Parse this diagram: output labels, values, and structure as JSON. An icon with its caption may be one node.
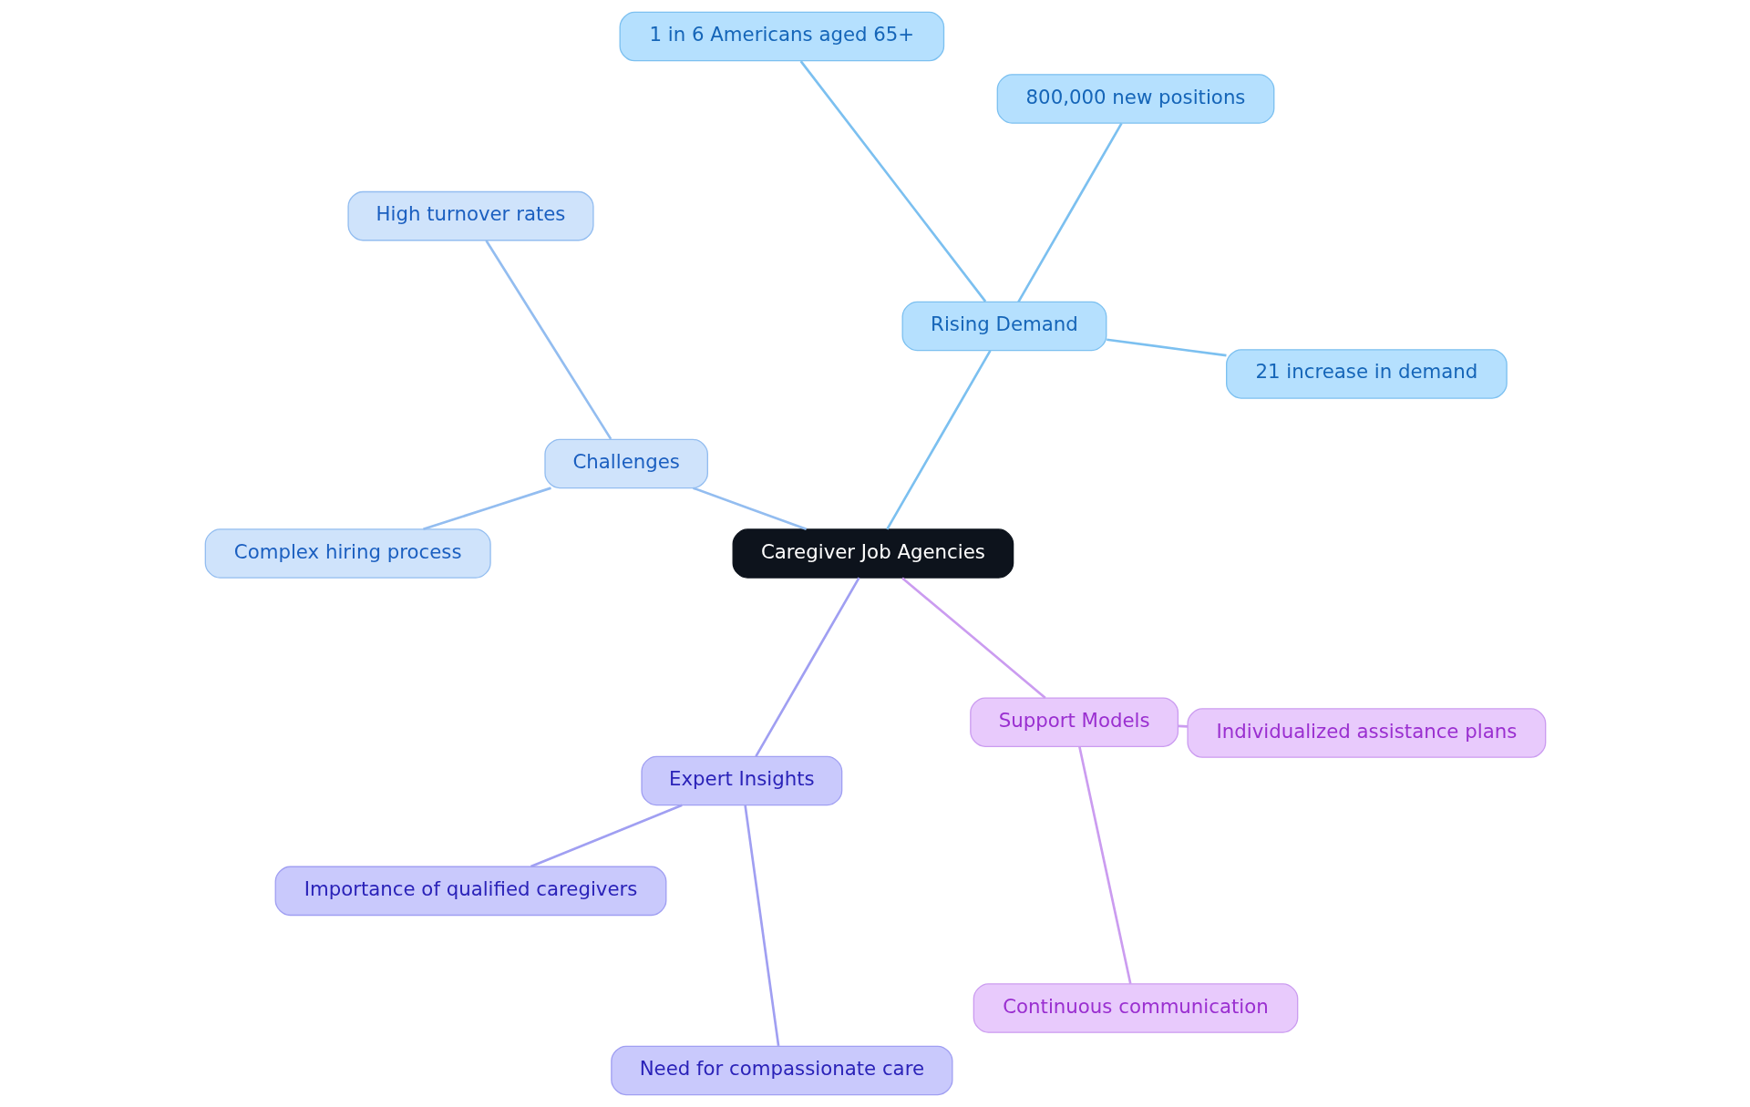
{
  "diagram": {
    "nodes": [
      {
        "text": [
          "Caregiver Job Agencies"
        ]
      },
      {
        "text": [
          "Rising Demand"
        ]
      },
      {
        "text": [
          "21 increase in demand"
        ]
      },
      {
        "text": [
          "800,000 new positions"
        ]
      },
      {
        "text": [
          "1 in 6 Americans aged 65+"
        ]
      },
      {
        "text": [
          "Challenges"
        ]
      },
      {
        "text": [
          "High turnover rates"
        ]
      },
      {
        "text": [
          "Complex hiring process"
        ]
      },
      {
        "text": [
          "Expert Insights"
        ]
      },
      {
        "text": [
          "Importance of qualified caregivers"
        ]
      },
      {
        "text": [
          "Need for compassionate care"
        ]
      },
      {
        "text": [
          "Support Models"
        ]
      },
      {
        "text": [
          "Continuous communication"
        ]
      },
      {
        "text": [
          "Individualized assistance plans"
        ]
      }
    ],
    "edges": [
      {
        "from": 0,
        "to": 1,
        "arrow": "none",
        "color": "#7cc0f0"
      },
      {
        "from": 1,
        "to": 2,
        "arrow": "none",
        "color": "#7cc0f0"
      },
      {
        "from": 1,
        "to": 3,
        "arrow": "none",
        "color": "#7cc0f0"
      },
      {
        "from": 1,
        "to": 4,
        "arrow": "none",
        "color": "#7cc0f0"
      },
      {
        "from": 0,
        "to": 5,
        "arrow": "none",
        "color": "#93bdf0"
      },
      {
        "from": 5,
        "to": 6,
        "arrow": "none",
        "color": "#93bdf0"
      },
      {
        "from": 5,
        "to": 7,
        "arrow": "none",
        "color": "#93bdf0"
      },
      {
        "from": 0,
        "to": 8,
        "arrow": "none",
        "color": "#a09ff2"
      },
      {
        "from": 8,
        "to": 9,
        "arrow": "none",
        "color": "#a09ff2"
      },
      {
        "from": 8,
        "to": 10,
        "arrow": "none",
        "color": "#a09ff2"
      },
      {
        "from": 0,
        "to": 11,
        "arrow": "none",
        "color": "#cb9cf0"
      },
      {
        "from": 11,
        "to": 12,
        "arrow": "none",
        "color": "#cb9cf0"
      },
      {
        "from": 11,
        "to": 13,
        "arrow": "none",
        "color": "#cb9cf0"
      }
    ]
  }
}
